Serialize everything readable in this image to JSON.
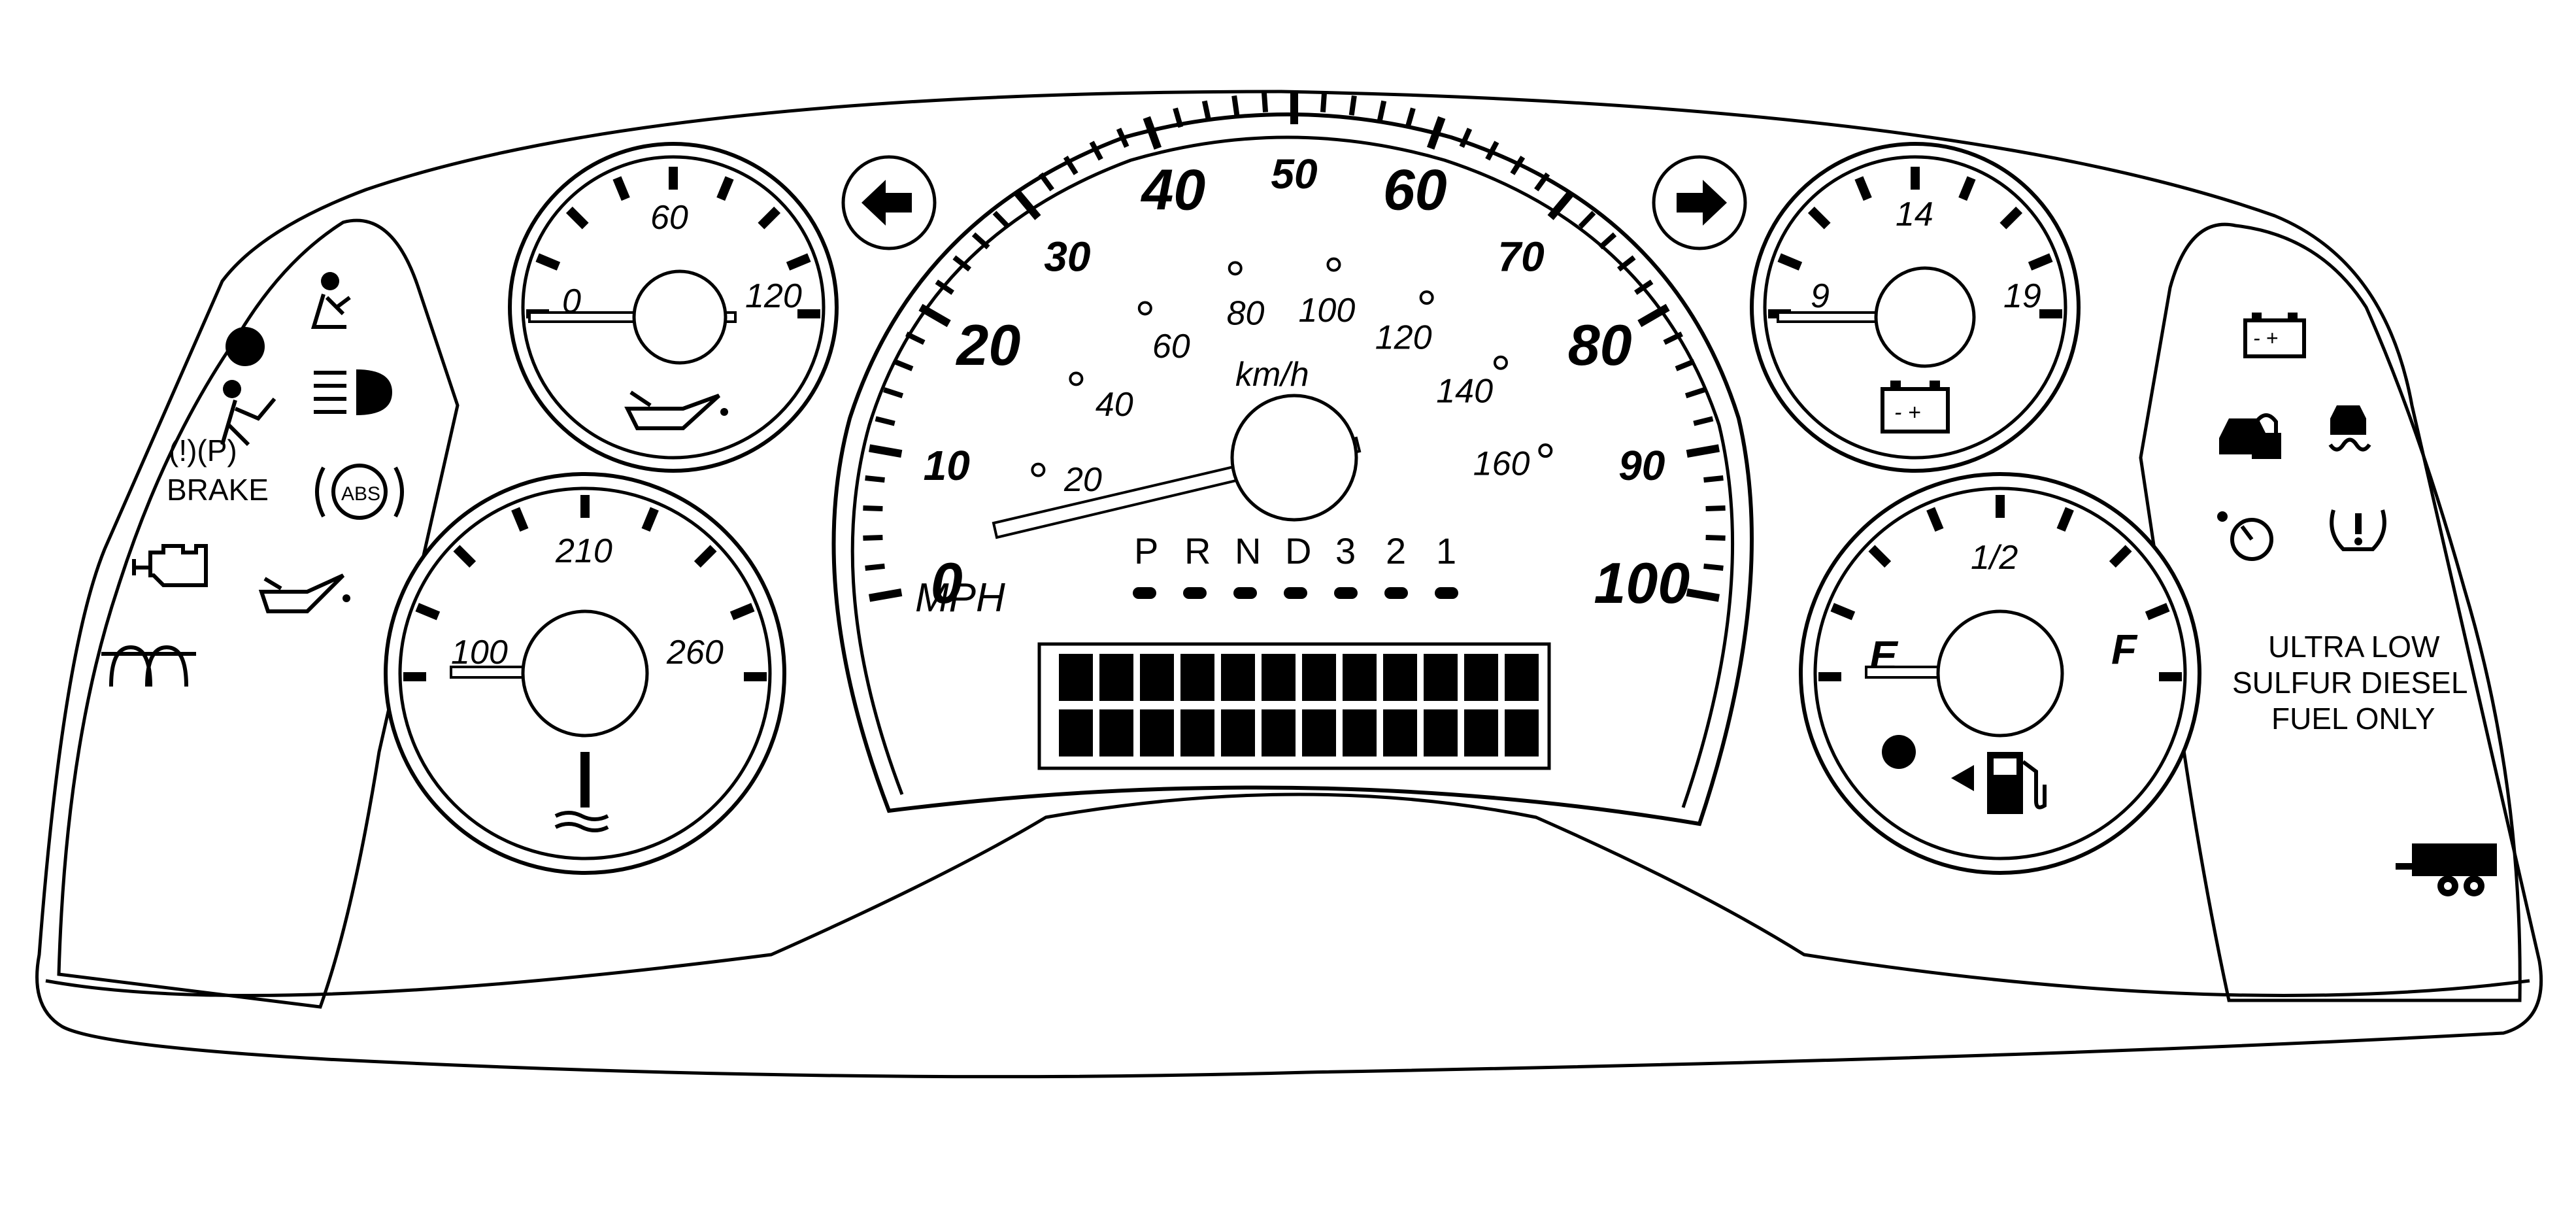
{
  "speedometer": {
    "mph_labels": [
      "0",
      "10",
      "20",
      "30",
      "40",
      "50",
      "60",
      "70",
      "80",
      "90",
      "100"
    ],
    "kmh_labels": [
      "20",
      "40",
      "60",
      "80",
      "100",
      "120",
      "140",
      "160"
    ],
    "mph_unit": "MPH",
    "kmh_unit": "km/h",
    "speed_mph": 0
  },
  "gear_indicator": {
    "gears": [
      "P",
      "R",
      "N",
      "D",
      "3",
      "2",
      "1"
    ]
  },
  "oil_pressure_gauge": {
    "labels": [
      "0",
      "60",
      "120"
    ],
    "icon": "oil-can-icon"
  },
  "coolant_temp_gauge": {
    "labels": [
      "100",
      "210",
      "260"
    ],
    "icon": "coolant-thermometer-icon"
  },
  "voltmeter_gauge": {
    "labels": [
      "9",
      "14",
      "19"
    ],
    "icon": "battery-icon"
  },
  "fuel_gauge": {
    "labels": [
      "E",
      "1/2",
      "F"
    ],
    "icon": "fuel-pump-icon"
  },
  "left_warnings": {
    "brake_text": "BRAKE",
    "brake_top": "(!)(P)",
    "abs_text": "ABS",
    "icons": [
      "seatbelt-icon",
      "airbag-icon",
      "headlamp-icon",
      "brake-icon",
      "abs-icon",
      "check-engine-icon",
      "oil-pressure-icon",
      "glow-plug-icon"
    ]
  },
  "right_warnings": {
    "battery_symbols": "- +",
    "fuel_notice_lines": [
      "ULTRA LOW",
      "SULFUR DIESEL",
      "FUEL ONLY"
    ],
    "icons": [
      "charging-system-icon",
      "security-icon",
      "stability-control-icon",
      "cruise-icon",
      "tire-pressure-icon",
      "trailer-icon"
    ]
  },
  "turn_signals": [
    "turn-left-icon",
    "turn-right-icon"
  ]
}
